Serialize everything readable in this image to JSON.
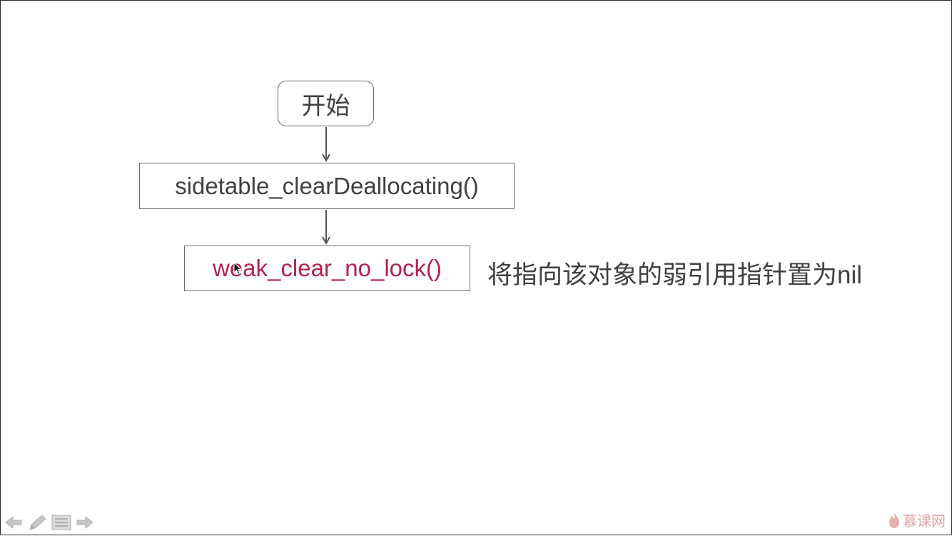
{
  "flowchart": {
    "start_label": "开始",
    "step1_label": "sidetable_clearDeallocating()",
    "step2_label": "weak_clear_no_lock()",
    "step2_color": "#b5214d",
    "note_label": "将指向该对象的弱引用指针置为nil"
  },
  "controls": {
    "icons": [
      "arrow-left-icon",
      "pen-icon",
      "menu-icon",
      "arrow-right-icon"
    ]
  },
  "watermark": {
    "text": "慕课网"
  }
}
